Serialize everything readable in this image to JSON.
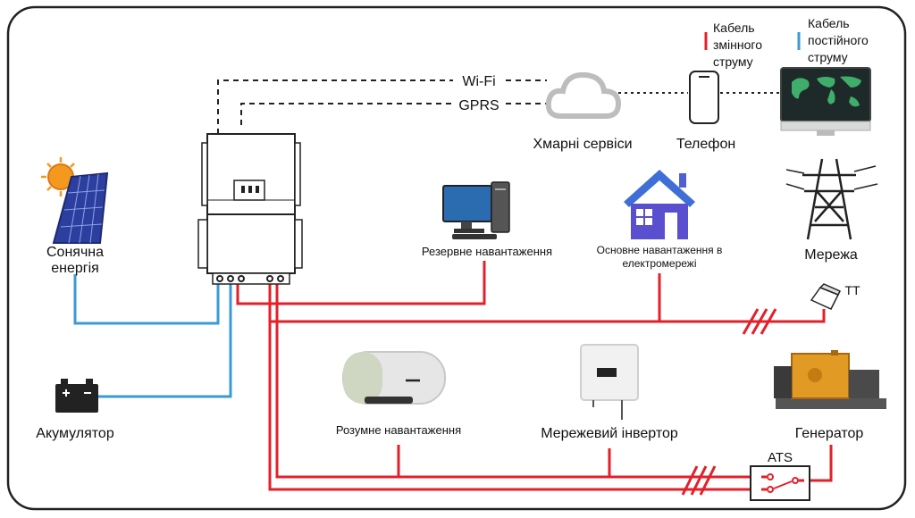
{
  "colors": {
    "ac_cable": "#e3202a",
    "dc_cable": "#3b9ad6",
    "frame": "#222222",
    "text": "#111111"
  },
  "legend": {
    "ac_label_line1": "Кабель",
    "ac_label_line2": "змінного",
    "ac_label_line3": "струму",
    "dc_label_line1": "Кабель",
    "dc_label_line2": "постійного",
    "dc_label_line3": "струму"
  },
  "links": {
    "wifi": "Wi-Fi",
    "gprs": "GPRS"
  },
  "nodes": {
    "cloud": "Хмарні сервіси",
    "phone": "Телефон",
    "solar_line1": "Сонячна",
    "solar_line2": "енергія",
    "battery": "Акумулятор",
    "backup_load": "Резервне навантаження",
    "main_load_line1": "Основне навантаження в",
    "main_load_line2": "електромережі",
    "grid": "Мережа",
    "ct": "TT",
    "smart_load": "Розумне навантаження",
    "grid_inverter": "Мережевий інвертор",
    "generator": "Генератор",
    "ats": "ATS"
  },
  "icons": {
    "sun": "sun-icon",
    "solar_panel": "solar-panel-icon",
    "battery": "battery-icon",
    "cloud": "cloud-icon",
    "phone": "smartphone-icon",
    "monitor": "world-map-monitor-icon",
    "desktop": "desktop-pc-icon",
    "house": "house-icon",
    "pylon": "power-pylon-icon",
    "boiler": "water-heater-icon",
    "inverter": "grid-inverter-icon",
    "generator": "diesel-generator-icon"
  }
}
